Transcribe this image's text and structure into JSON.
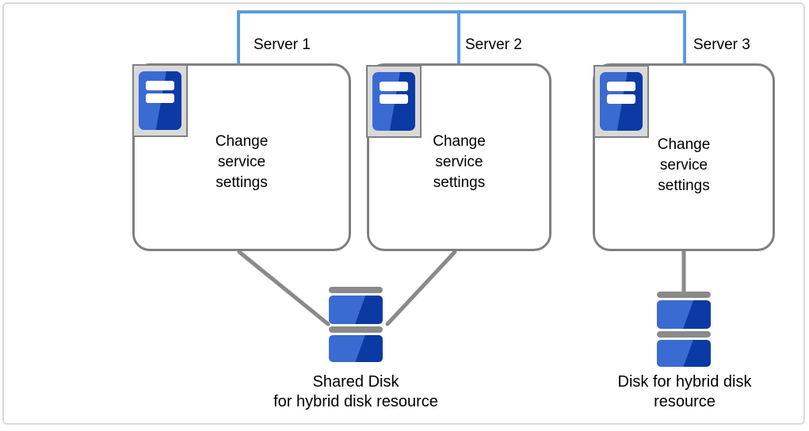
{
  "colors": {
    "connector_blue": "#5B9DDB",
    "line_gray": "#8A8A8A",
    "box_border": "#7F7F7F",
    "icon_frame_fill": "#D9D9D9",
    "icon_frame_border": "#808080",
    "blue_light": "#3A6BD2",
    "blue_dark": "#0B3AA5",
    "canvas_border": "#DBDBDB",
    "text_color": "#000000"
  },
  "icons": {
    "server": "server-icon",
    "disk": "disk-stack-icon"
  },
  "servers": [
    {
      "name": "Server 1",
      "action": "Change\nservice\nsettings"
    },
    {
      "name": "Server 2",
      "action": "Change\nservice\nsettings"
    },
    {
      "name": "Server 3",
      "action": "Change\nservice\nsettings"
    }
  ],
  "disks": [
    {
      "caption": "Shared Disk\nfor hybrid disk resource"
    },
    {
      "caption": "Disk for hybrid disk\nresource"
    }
  ]
}
